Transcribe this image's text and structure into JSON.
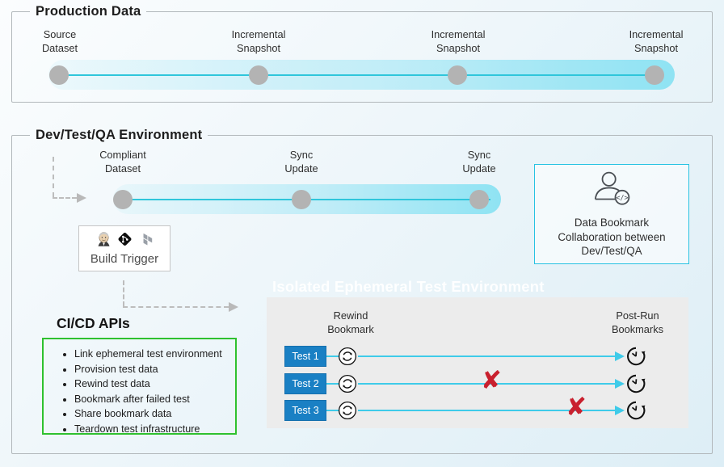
{
  "sections": {
    "production": {
      "title": "Production Data",
      "milestones": [
        {
          "label": "Source\nDataset"
        },
        {
          "label": "Incremental\nSnapshot"
        },
        {
          "label": "Incremental\nSnapshot"
        },
        {
          "label": "Incremental\nSnapshot"
        }
      ]
    },
    "dev": {
      "title": "Dev/Test/QA Environment",
      "milestones": [
        {
          "label": "Compliant\nDataset"
        },
        {
          "label": "Sync\nUpdate"
        },
        {
          "label": "Sync\nUpdate"
        }
      ],
      "build_trigger": {
        "label": "Build Trigger",
        "icons": [
          "jenkins-icon",
          "git-icon",
          "terraform-icon"
        ]
      },
      "collaboration_box": {
        "text": "Data Bookmark\nCollaboration between\nDev/Test/QA",
        "border_color": "#27c2e2"
      },
      "cicd": {
        "title": "CI/CD APIs",
        "border_color": "#2fc12f",
        "items": [
          "Link ephemeral test environment",
          "Provision test data",
          "Rewind test data",
          "Bookmark after failed test",
          "Share bookmark data",
          "Teardown test infrastructure"
        ]
      },
      "test_panel": {
        "watermark": "Isolated Ephemeral Test Environment",
        "left_header": "Rewind\nBookmark",
        "right_header": "Post-Run\nBookmarks",
        "fail_mark": "✘",
        "rows": [
          {
            "label": "Test 1",
            "failed": false
          },
          {
            "label": "Test 2",
            "failed": true
          },
          {
            "label": "Test 3",
            "failed": true
          }
        ]
      }
    }
  },
  "colors": {
    "timeline_band": "#8fe3f3",
    "timeline_line": "#2fc6db",
    "timeline_node": "#b3b3b3",
    "test_chip": "#1a80c4",
    "row_line": "#3fcbe9",
    "fail_x": "#c9202e",
    "panel_bg": "#ececec"
  }
}
